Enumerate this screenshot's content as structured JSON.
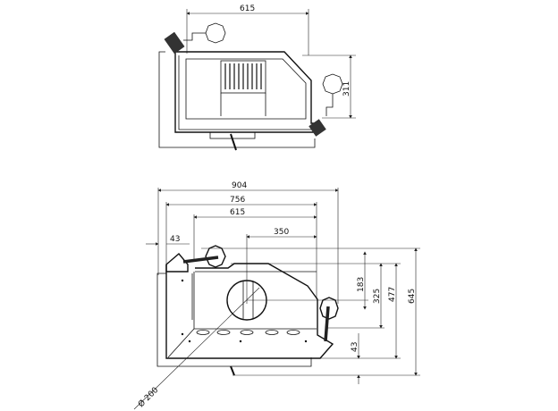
{
  "top_view": {
    "width_label": "615",
    "depth_label": "311"
  },
  "front_view": {
    "overall_width_label": "904",
    "width_756_label": "756",
    "width_615_label": "615",
    "flue_offset_label": "350",
    "side_offset_label": "43",
    "height_183_label": "183",
    "height_325_label": "325",
    "height_477_label": "477",
    "height_645_label": "645",
    "base_offset_label": "43",
    "flue_diameter_label": "Ø 200"
  }
}
